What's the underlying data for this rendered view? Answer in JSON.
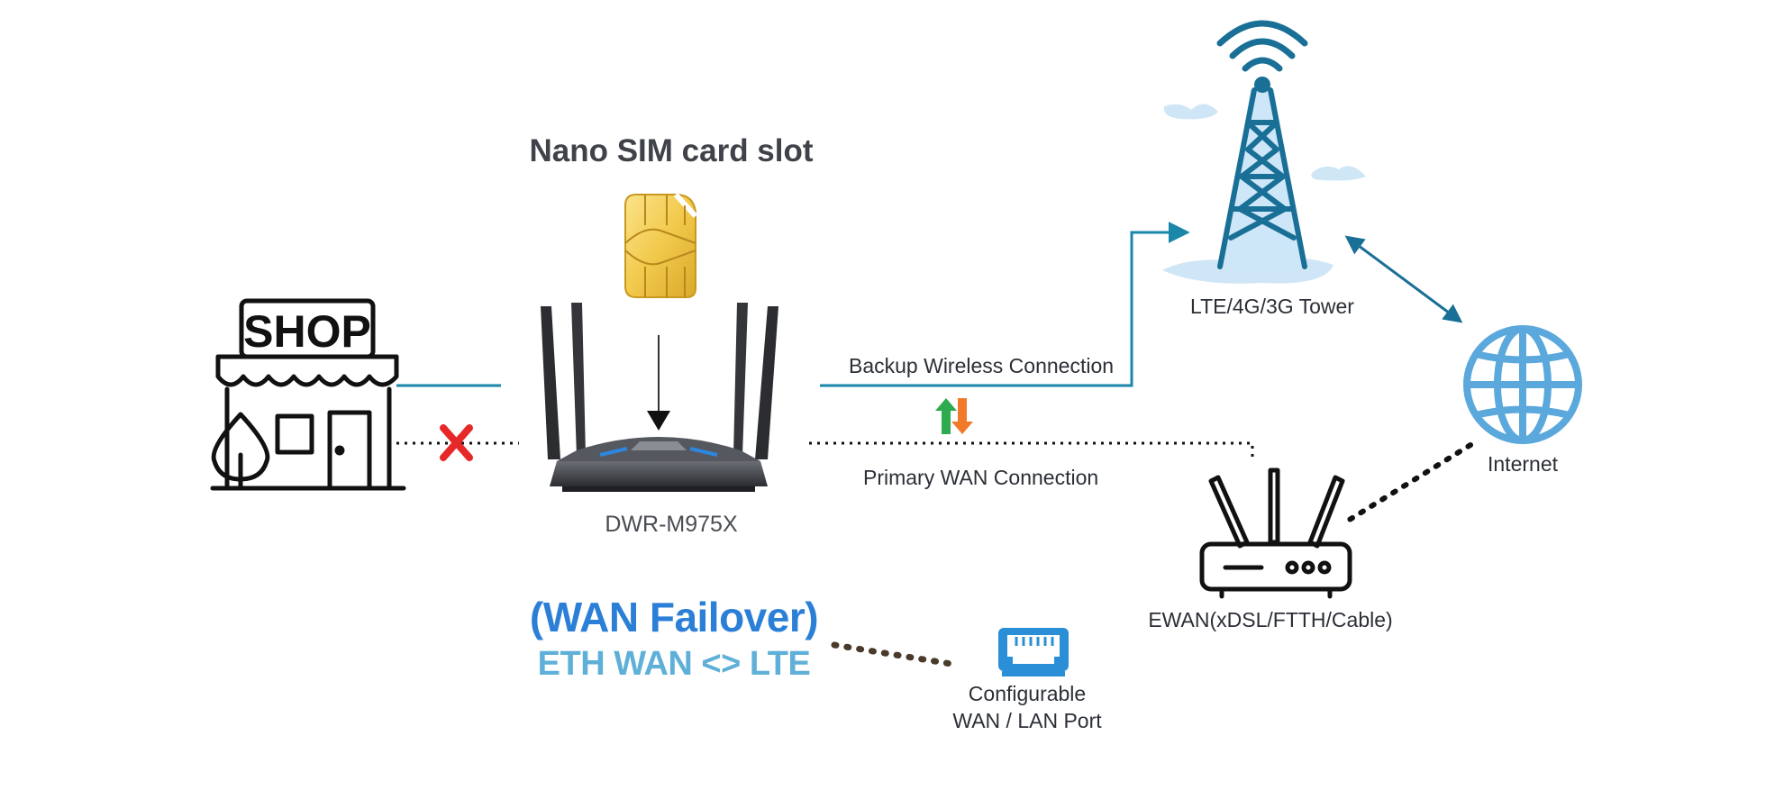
{
  "diagram": {
    "sim_title": "Nano SIM card slot",
    "router_label": "DWR-M975X",
    "tower_label": "LTE/4G/3G Tower",
    "internet_label": "Internet",
    "backup_label": "Backup Wireless Connection",
    "primary_label": "Primary WAN Connection",
    "ewan_label": "EWAN(xDSL/FTTH/Cable)",
    "config_port": {
      "line1": "Configurable",
      "line2": "WAN / LAN Port"
    },
    "failover_title": "(WAN Failover)",
    "failover_subtitle": "ETH WAN <> LTE",
    "shop_sign": "SHOP",
    "icons": {
      "shop": "shop-icon",
      "sim": "sim-card-icon",
      "router": "router-icon",
      "tower": "cell-tower-icon",
      "globe": "globe-icon",
      "modem": "modem-icon",
      "ethernet": "ethernet-port-icon",
      "fail": "x-mark-icon",
      "switch": "switch-arrows-icon"
    },
    "colors": {
      "backup_line": "#1a86a8",
      "primary_line": "#222222",
      "tower_line": "#1a6f96",
      "globe": "#5aa8dc",
      "failover": "#2c7fd6",
      "ethwan": "#5fb0d8",
      "fail_mark": "#e62828",
      "sim_gold": "#f2c94c",
      "port_blue": "#2a8fd6",
      "dotted_brown": "#4a3a2a"
    }
  }
}
